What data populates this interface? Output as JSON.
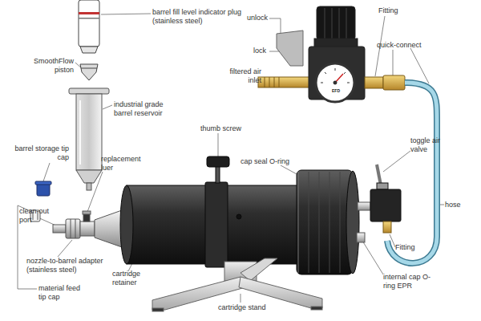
{
  "diagram": {
    "labels": [
      "barrel fill level indicator plug (stainless steel)",
      "SmoothFlow piston",
      "industrial grade barrel reservoir",
      "barrel storage tip cap",
      "replacement luer",
      "clean-out port",
      "nozzle-to-barrel adapter (stainless steel)",
      "material feed tip cap",
      "cartridge retainer",
      "cartridge stand",
      "thumb screw",
      "cap seal O-ring",
      "unlock",
      "lock",
      "filtered air inlet",
      "Fitting",
      "quick-connect",
      "toggle air valve",
      "hose",
      "Fitting",
      "internal cap O-ring EPR",
      "EFD"
    ]
  }
}
